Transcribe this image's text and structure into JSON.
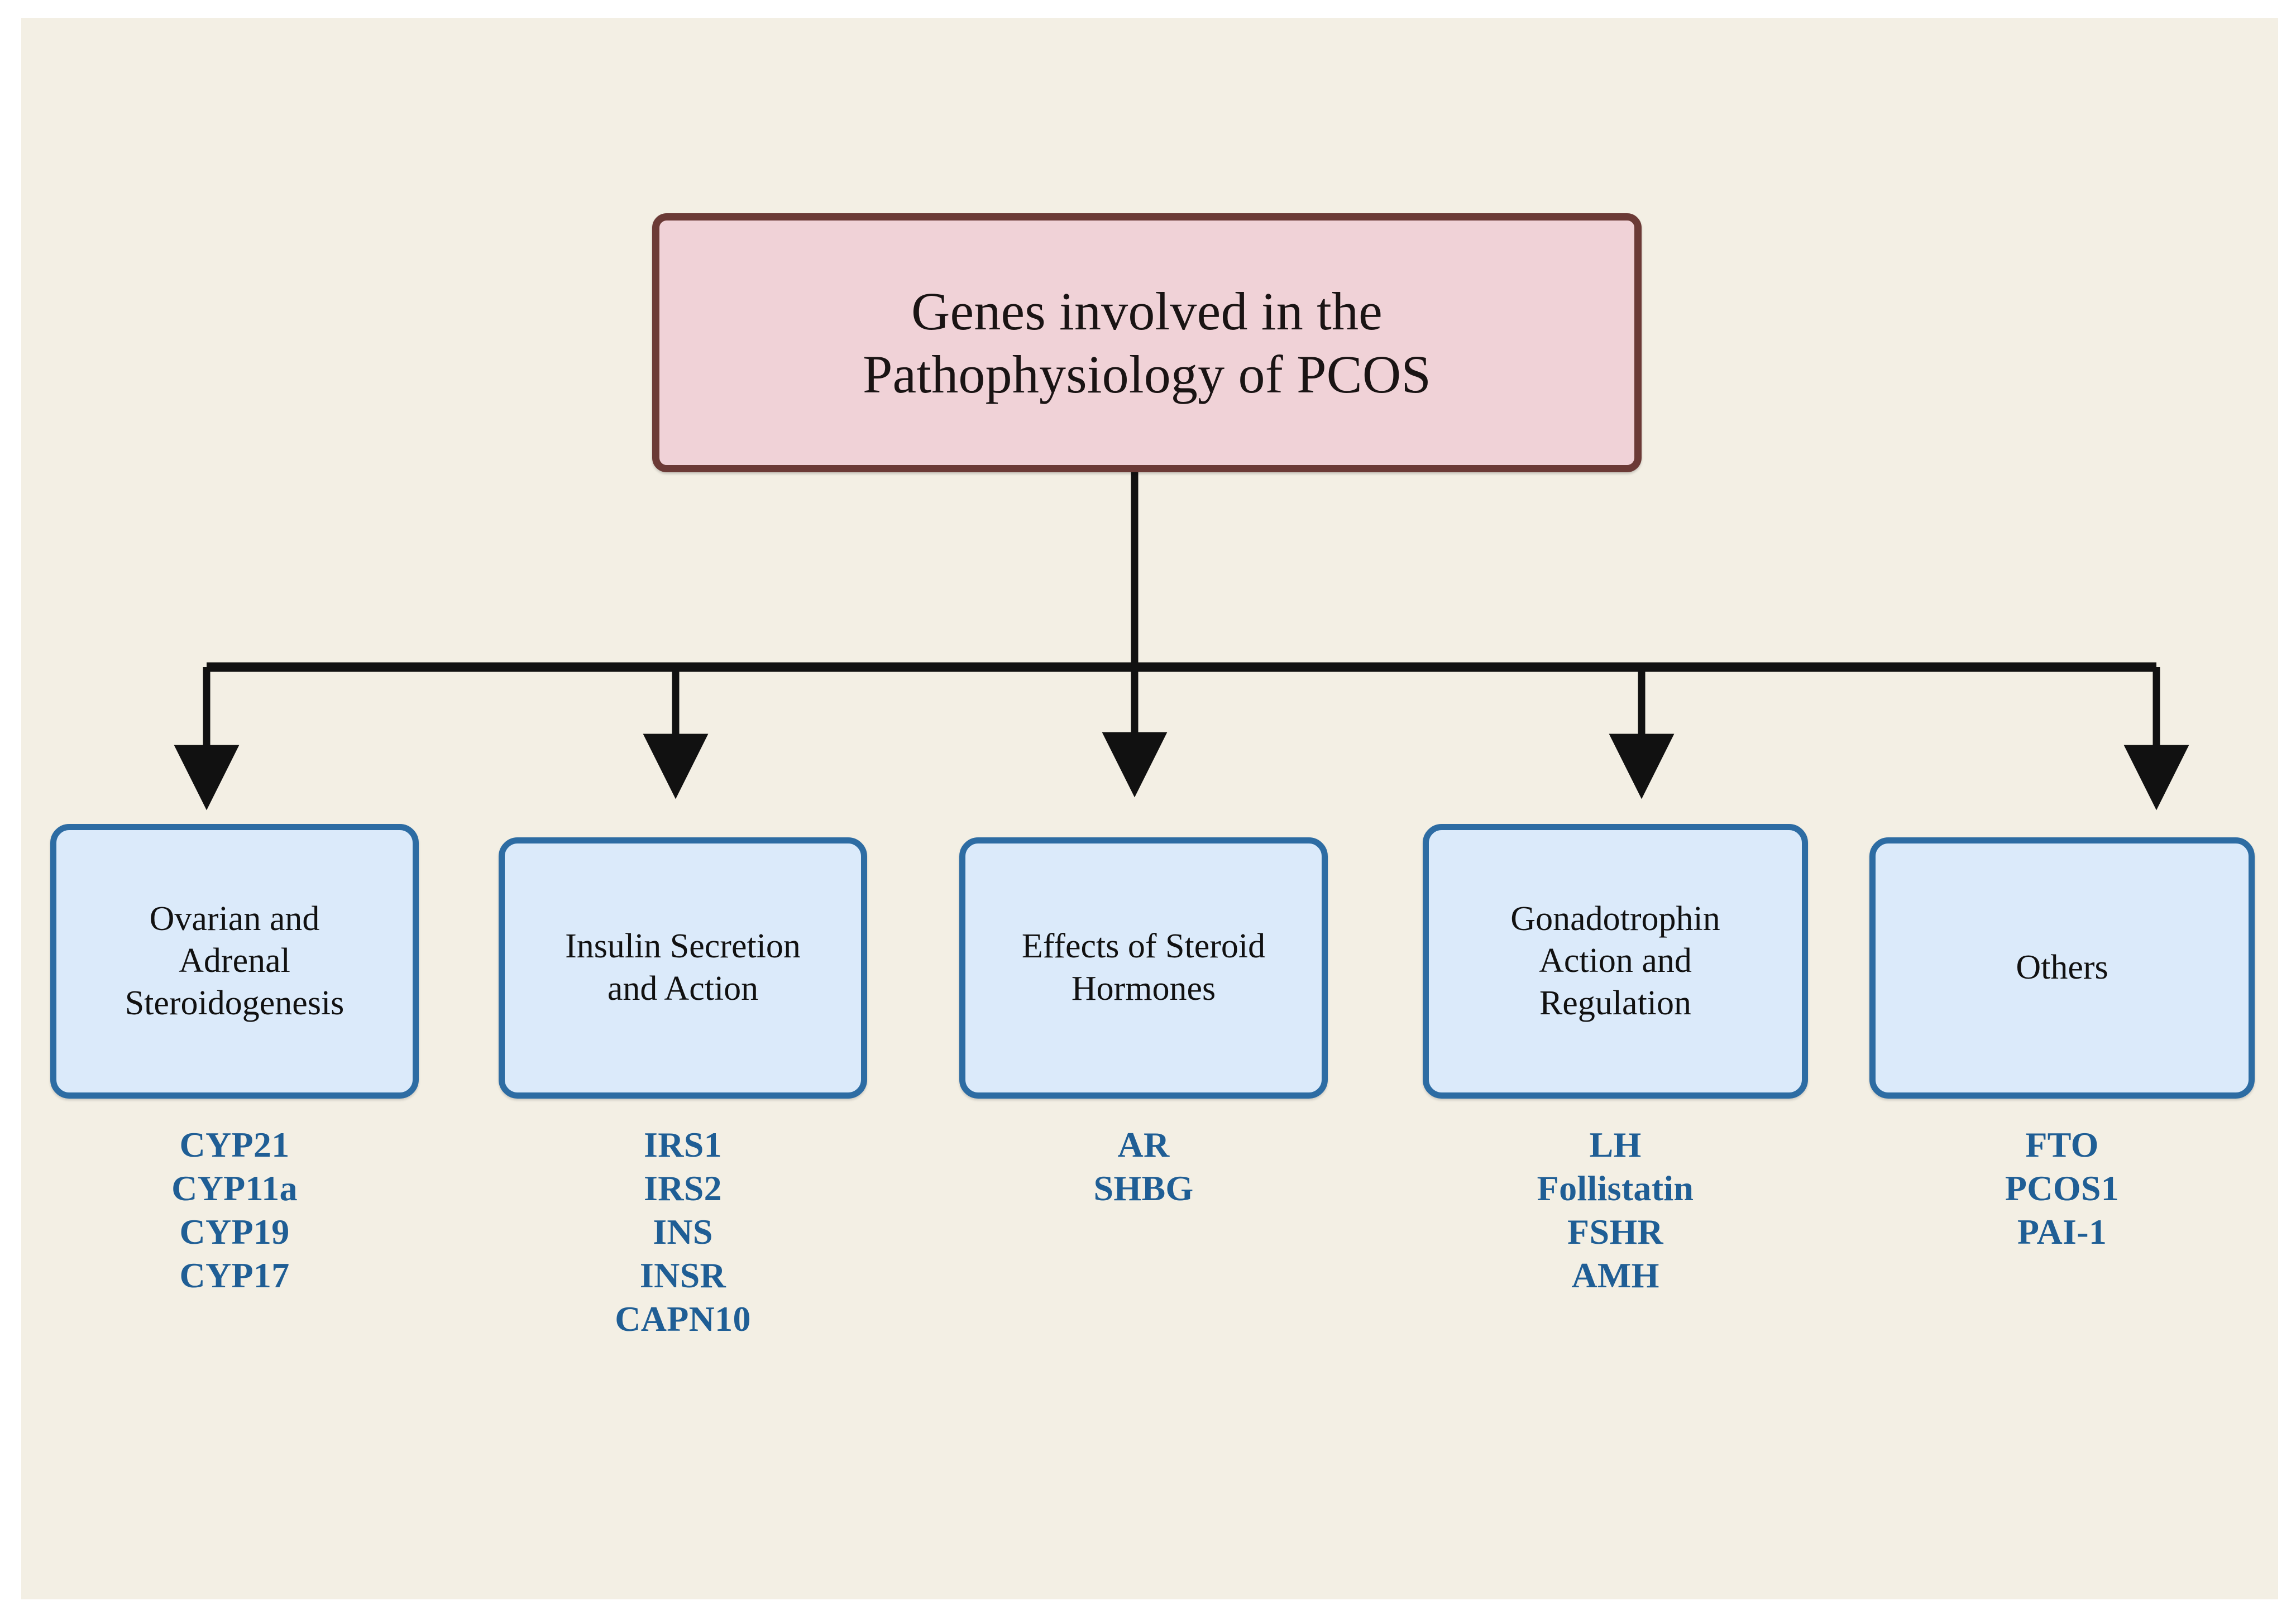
{
  "canvas": {
    "background_color": "#f3efe4",
    "outer_background_color": "#ffffff"
  },
  "title": {
    "text": "Genes involved in the Pathophysiology of PCOS",
    "line1": "Genes involved in the",
    "line2": "Pathophysiology of PCOS",
    "fill_color": "#f0d2d7",
    "border_color": "#6b3a36",
    "text_color": "#1a1414"
  },
  "style": {
    "category_fill": "#dbeafa",
    "category_border": "#2d6ca3",
    "category_text": "#111111",
    "gene_text": "#1f5e95",
    "connector_color": "#111111"
  },
  "categories": [
    {
      "id": "ovarian-adrenal-steroidogenesis",
      "label": "Ovarian and Adrenal Steroidogenesis",
      "label_lines": [
        "Ovarian and",
        "Adrenal",
        "Steroidogenesis"
      ],
      "genes": [
        "CYP21",
        "CYP11a",
        "CYP19",
        "CYP17"
      ]
    },
    {
      "id": "insulin-secretion-and-action",
      "label": "Insulin Secretion and Action",
      "label_lines": [
        "Insulin Secretion",
        "and Action"
      ],
      "genes": [
        "IRS1",
        "IRS2",
        "INS",
        "INSR",
        "CAPN10"
      ]
    },
    {
      "id": "effects-of-steroid-hormones",
      "label": "Effects of Steroid Hormones",
      "label_lines": [
        "Effects of Steroid",
        "Hormones"
      ],
      "genes": [
        "AR",
        "SHBG"
      ]
    },
    {
      "id": "gonadotrophin-action-and-regulation",
      "label": "Gonadotrophin Action and Regulation",
      "label_lines": [
        "Gonadotrophin",
        "Action and",
        "Regulation"
      ],
      "genes": [
        "LH",
        "Follistatin",
        "FSHR",
        "AMH"
      ]
    },
    {
      "id": "others",
      "label": "Others",
      "label_lines": [
        "Others"
      ],
      "genes": [
        "FTO",
        "PCOS1",
        "PAI-1"
      ]
    }
  ],
  "connectors": {
    "kind": "tree-branch",
    "trunk_from": "title-box",
    "arrow_count": 5,
    "arrow_label": "down-arrow"
  }
}
